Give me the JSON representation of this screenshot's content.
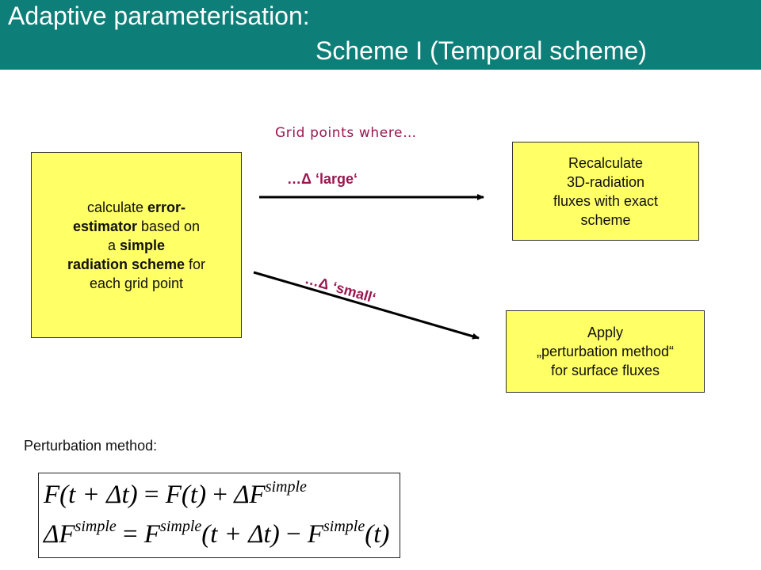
{
  "header": {
    "title_line1": "Adaptive parameterisation:",
    "title_line2": "Scheme I (Temporal scheme)",
    "bg_color": "#0e7f78"
  },
  "diagram": {
    "grid_points_label": "Grid points where…",
    "left_box": {
      "lines": [
        {
          "parts": [
            {
              "text": "calculate "
            },
            {
              "text": "error-",
              "bold": true
            }
          ]
        },
        {
          "parts": [
            {
              "text": "estimator",
              "bold": true
            },
            {
              "text": " based on"
            }
          ]
        },
        {
          "parts": [
            {
              "text": "a "
            },
            {
              "text": "simple",
              "bold": true
            }
          ]
        },
        {
          "parts": [
            {
              "text": "radiation scheme",
              "bold": true
            },
            {
              "text": " for"
            }
          ]
        },
        {
          "parts": [
            {
              "text": "each grid point"
            }
          ]
        }
      ]
    },
    "top_box": {
      "lines": [
        "Recalculate",
        "3D-radiation",
        "fluxes with exact",
        "scheme"
      ]
    },
    "bottom_box": {
      "lines": [
        "Apply",
        "„perturbation method“",
        "for surface fluxes"
      ]
    },
    "arrow_large_label": "…Δ ‘large‘",
    "arrow_small_label": "…Δ ‘small‘",
    "box_color": "#ffff66",
    "accent_color": "#9b1650"
  },
  "perturbation": {
    "label": "Perturbation method:",
    "formula_line1": {
      "lhs": "F(t + Δt)",
      "eq": "=",
      "rhs_a": "F(t)",
      "plus": "+",
      "rhs_b": "ΔF",
      "rhs_b_sup": "simple"
    },
    "formula_line2": {
      "lhs": "ΔF",
      "lhs_sup": "simple",
      "eq": "=",
      "term1": "F",
      "term1_sup": "simple",
      "term1_arg": "(t + Δt)",
      "minus": "−",
      "term2": "F",
      "term2_sup": "simple",
      "term2_arg": "(t)"
    }
  }
}
